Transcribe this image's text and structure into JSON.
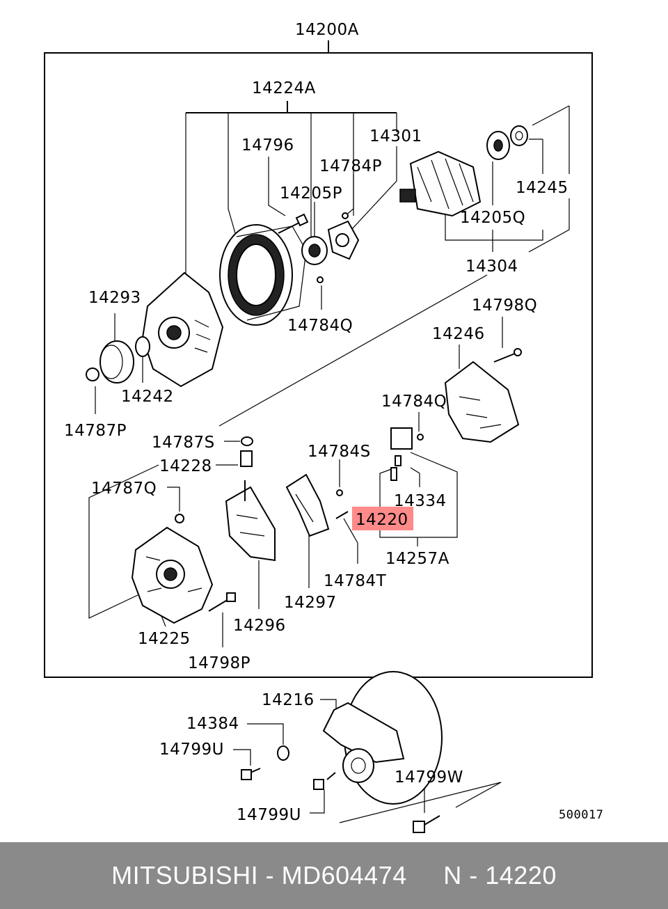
{
  "diagram": {
    "labels": {
      "assembly": "14200A",
      "stator": "14224A",
      "bolt_14796": "14796",
      "rotor": "14301",
      "screw_14784P": "14784P",
      "bearing_front": "14205P",
      "bearing_rear": "14205Q",
      "washer_14245": "14245",
      "rotor_assy": "14304",
      "screw_14784Q_top": "14784Q",
      "pulley": "14293",
      "spacer": "14242",
      "nut_front": "14787P",
      "bolt_14798Q": "14798Q",
      "cover": "14246",
      "screw_14784Q_mid": "14784Q",
      "nut_14787S": "14787S",
      "bushing": "14228",
      "screw_14784S": "14784S",
      "nut_14787Q": "14787Q",
      "brush_holder": "14334",
      "brush": "14220",
      "brush_set": "14257A",
      "screw_14784T": "14784T",
      "regulator": "14297",
      "rear_frame": "14225",
      "rectifier": "14296",
      "bolt_14798P": "14798P",
      "bracket": "14216",
      "washer_14384": "14384",
      "bolt_14799U_left": "14799U",
      "bolt_14799W": "14799W",
      "bolt_14799U_bottom": "14799U",
      "diagram_code": "500017"
    },
    "highlight_color": "#ff8a8a"
  },
  "footer": {
    "text": "MITSUBISHI - MD604474     N - 14220",
    "bg_color": "#8a8a8a"
  }
}
